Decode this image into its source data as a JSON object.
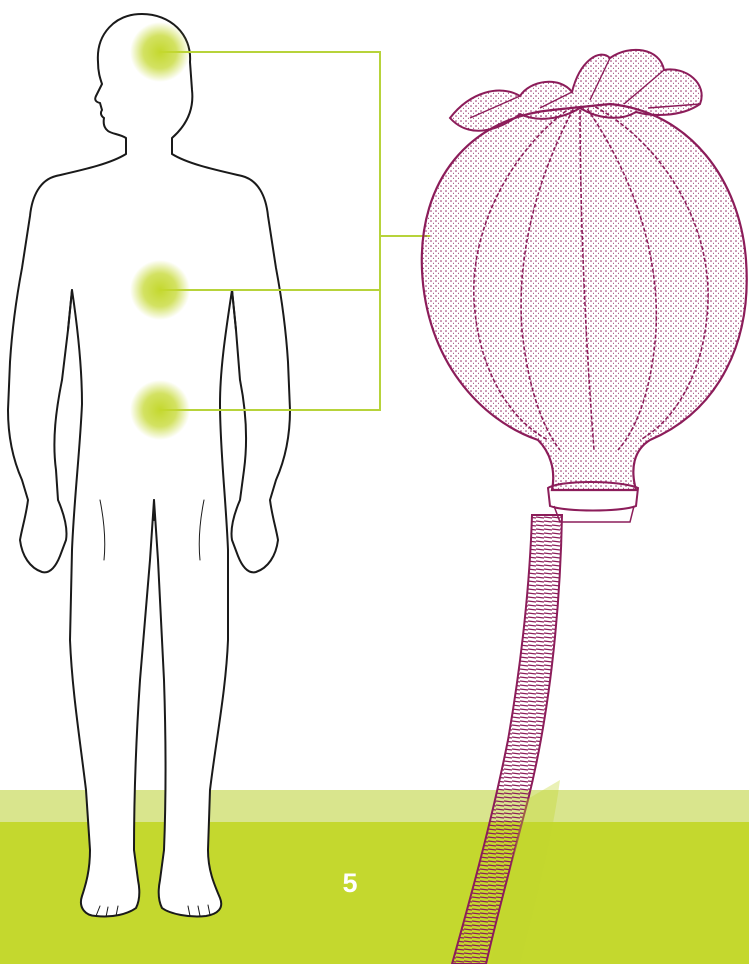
{
  "page": {
    "number": "5"
  },
  "colors": {
    "accent_green": "#c4d82e",
    "band_light": "#d9e58d",
    "band_dark": "#c4d82e",
    "connector": "#b7d33a",
    "poppy_ink": "#8c1d5a",
    "body_outline": "#1a1a1a"
  },
  "figure": {
    "human_body": {
      "icon": "human-silhouette-icon"
    },
    "markers": [
      {
        "name": "head",
        "icon": "glow-dot-icon"
      },
      {
        "name": "abdomen-upper",
        "icon": "glow-dot-icon"
      },
      {
        "name": "abdomen-lower",
        "icon": "glow-dot-icon"
      }
    ],
    "plant": {
      "icon": "poppy-seed-pod-icon"
    }
  }
}
